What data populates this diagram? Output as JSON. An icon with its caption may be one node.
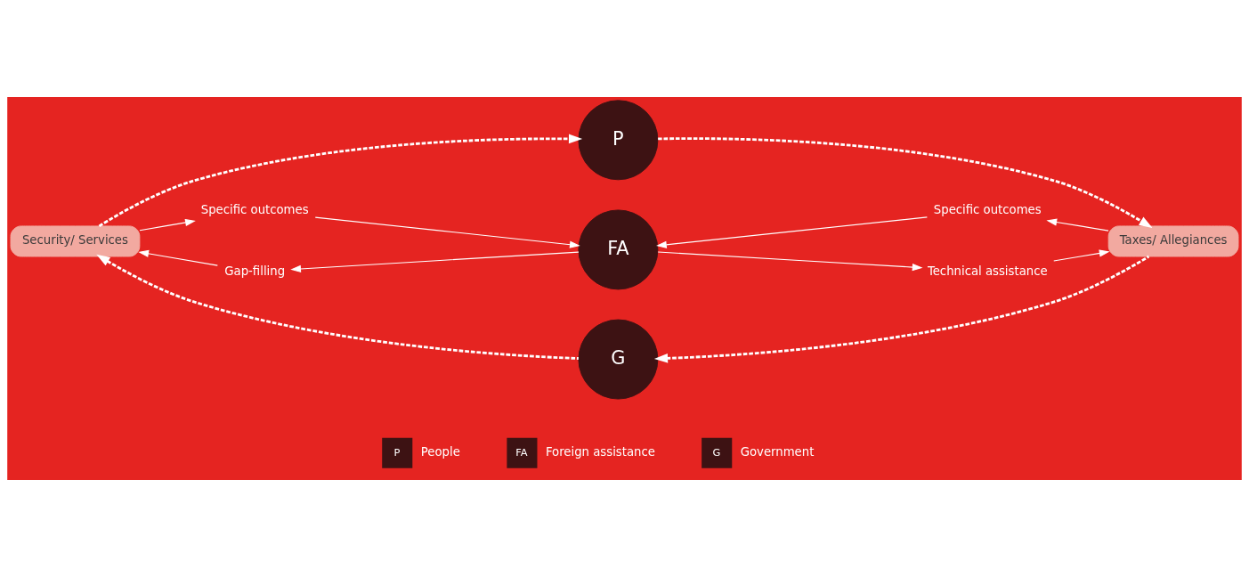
{
  "diagram": {
    "nodes": [
      {
        "text": [
          "P"
        ]
      },
      {
        "text": [
          "Security/ Services"
        ]
      },
      {
        "text": [
          "FA"
        ]
      },
      {
        "text": [
          "Taxes/ Allegiances"
        ]
      },
      {
        "text": [
          "G"
        ]
      },
      {
        "text": [
          "Specific outcomes"
        ]
      },
      {
        "text": [
          "Specific outcomes"
        ]
      },
      {
        "text": [
          "Gap-filling"
        ]
      },
      {
        "text": [
          "Technical assistance"
        ]
      }
    ],
    "edges": [
      {
        "from": 1,
        "to": 0,
        "arrow": "to",
        "style": "dashed"
      },
      {
        "from": 0,
        "to": 3,
        "arrow": "to",
        "style": "dashed"
      },
      {
        "from": 3,
        "to": 4,
        "arrow": "to",
        "style": "dashed"
      },
      {
        "from": 4,
        "to": 1,
        "arrow": "to",
        "style": "dashed"
      },
      {
        "from": 1,
        "to": 5,
        "arrow": "to"
      },
      {
        "from": 5,
        "to": 2,
        "arrow": "to"
      },
      {
        "from": 3,
        "to": 6,
        "arrow": "to"
      },
      {
        "from": 6,
        "to": 2,
        "arrow": "to"
      },
      {
        "from": 2,
        "to": 7,
        "arrow": "to"
      },
      {
        "from": 7,
        "to": 1,
        "arrow": "to"
      },
      {
        "from": 2,
        "to": 8,
        "arrow": "to"
      },
      {
        "from": 8,
        "to": 3,
        "arrow": "to"
      }
    ],
    "labels": [
      "P",
      "FA",
      "G"
    ],
    "legend": [
      {
        "text": "People",
        "color": "#3d1213"
      },
      {
        "text": "Foreign assistance",
        "color": "#3d1213"
      },
      {
        "text": "Government",
        "color": "#3d1213"
      }
    ]
  }
}
